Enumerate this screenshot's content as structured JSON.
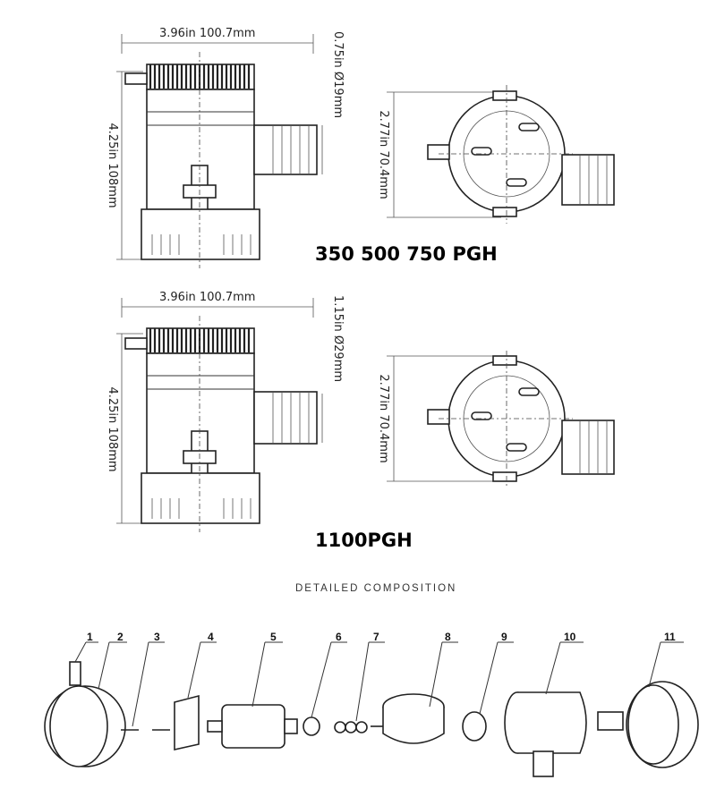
{
  "drawing_top": {
    "width_label": "3.96in  100.7mm",
    "height_label": "4.25in  108mm",
    "outlet_label": "0.75in  Ø19mm",
    "top_view_label": "2.77in  70.4mm",
    "model_label": "350 500 750 PGH"
  },
  "drawing_bottom": {
    "width_label": "3.96in  100.7mm",
    "height_label": "4.25in  108mm",
    "outlet_label": "1.15in  Ø29mm",
    "top_view_label": "2.77in  70.4mm",
    "model_label": "1100PGH"
  },
  "composition": {
    "title": "DETAILED COMPOSITION",
    "parts": [
      "1",
      "2",
      "3",
      "4",
      "5",
      "6",
      "7",
      "8",
      "9",
      "10",
      "11"
    ]
  }
}
